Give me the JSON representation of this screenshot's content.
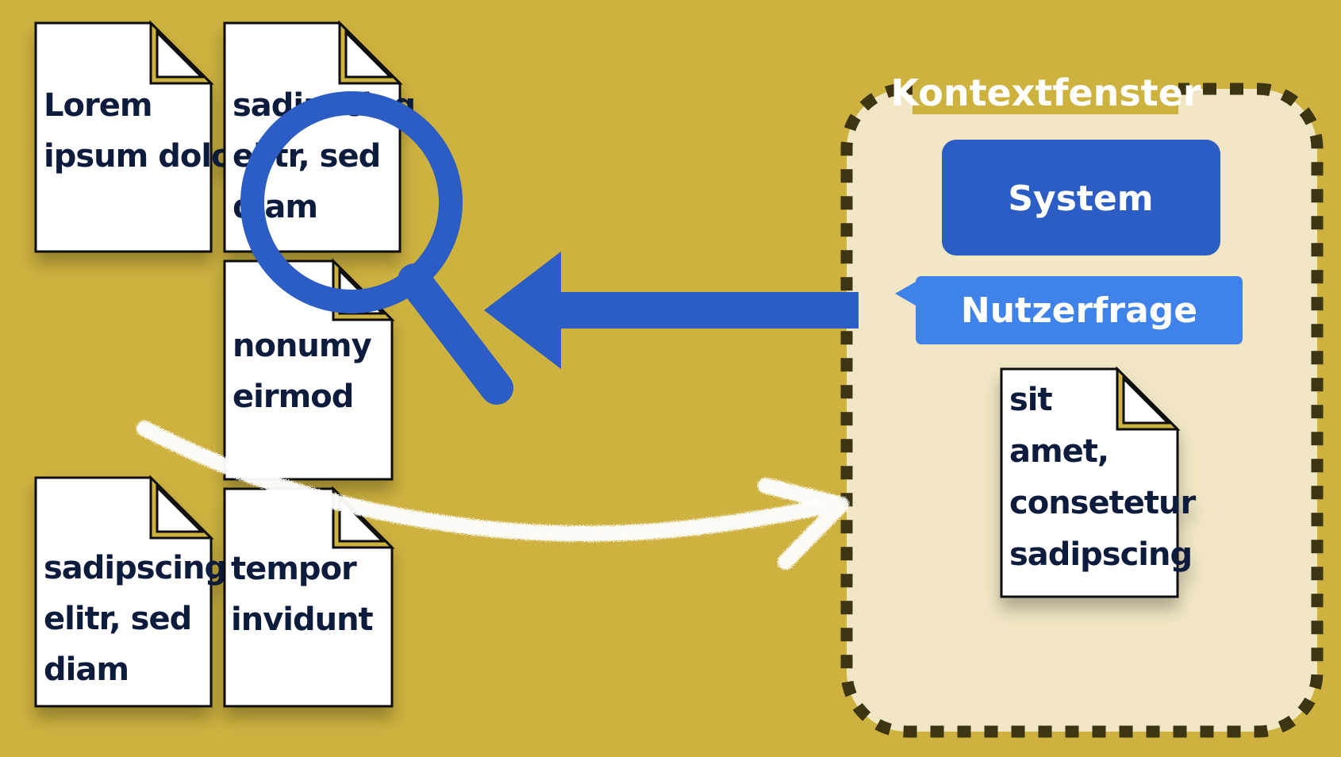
{
  "colors": {
    "background": "#cdb23f",
    "context_fill": "#f1e7c4",
    "context_border": "#3d3412",
    "system_box": "#2b5dc4",
    "question_box": "#3f83ea",
    "arrow": "#2b5dc4",
    "doc_text": "#0f1b3d"
  },
  "context_window": {
    "title": "Kontextfenster",
    "system_label": "System",
    "question_label": "Nutzerfrage",
    "document": {
      "lines": [
        "sit",
        "amet,",
        "consetetur",
        "sadipscing"
      ]
    }
  },
  "documents": [
    {
      "lines": [
        "Lorem",
        "ipsum dolor"
      ]
    },
    {
      "lines": [
        "sadipscing",
        "elitr, sed",
        "diam"
      ]
    },
    {
      "lines": [
        "nonumy",
        "eirmod"
      ]
    },
    {
      "lines": [
        "sadipscing",
        "elitr, sed",
        "diam"
      ]
    },
    {
      "lines": [
        "tempor",
        "invidunt"
      ]
    }
  ],
  "icons": {
    "search": "magnifier-icon",
    "arrow_left": "arrow-left-icon",
    "arrow_chalk": "chalk-arrow-icon"
  }
}
